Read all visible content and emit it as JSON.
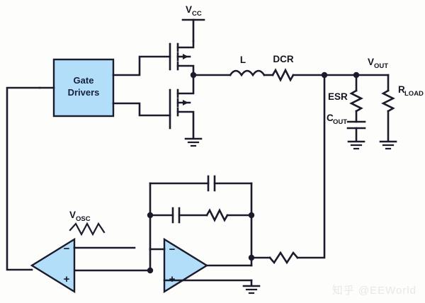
{
  "diagram": {
    "title": "Buck Converter Control Loop Schematic",
    "background_color": "#fdfdfc",
    "wire_color": "#1b1b2b",
    "block_fill": "#b3defa"
  },
  "labels": {
    "vcc": "V",
    "vcc_sub": "CC",
    "inductor": "L",
    "dcr": "DCR",
    "esr": "ESR",
    "cout": "C",
    "cout_sub": "OUT",
    "vout": "V",
    "vout_sub": "OUT",
    "rload": "R",
    "rload_sub": "LOAD",
    "vosc": "V",
    "vosc_sub": "OSC"
  },
  "blocks": {
    "gate_drivers": {
      "line1": "Gate",
      "line2": "Drivers"
    }
  },
  "amplifiers": {
    "pwm_comparator": {
      "minus": "−",
      "plus": "+"
    },
    "error_amplifier": {
      "minus": "−",
      "plus": "+"
    }
  },
  "watermark": {
    "text": "知乎 @EEWorld"
  }
}
